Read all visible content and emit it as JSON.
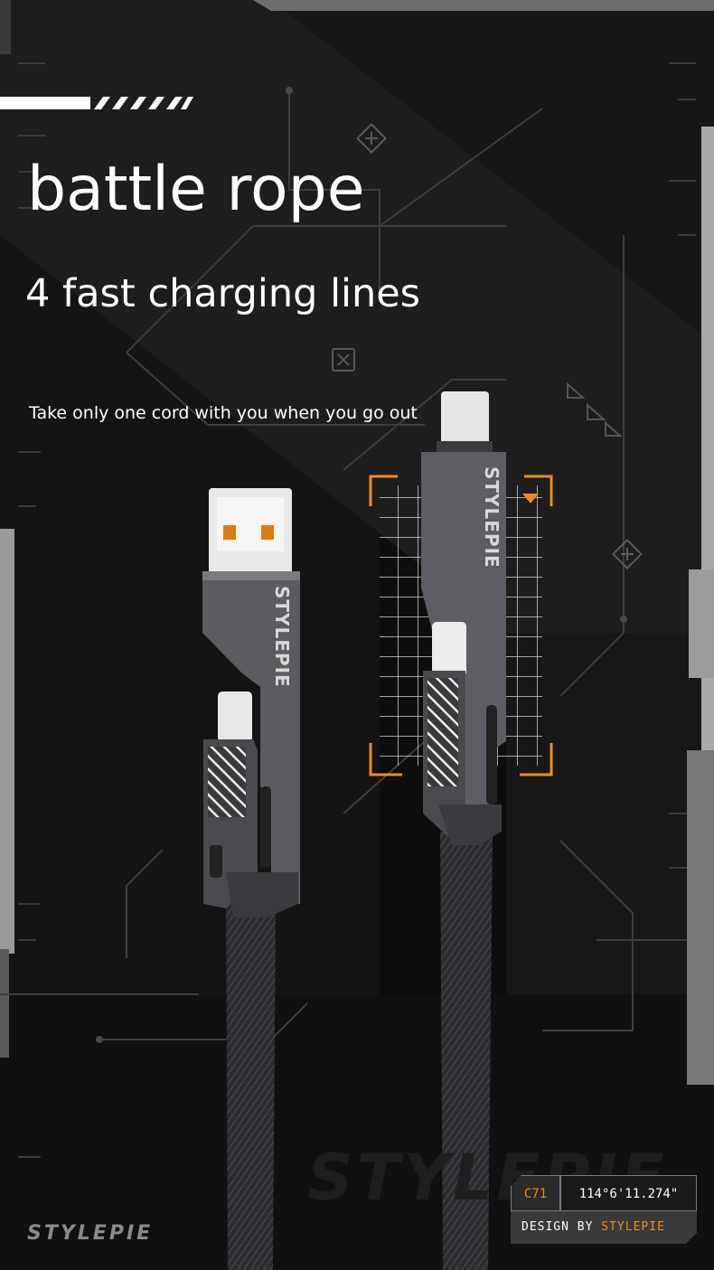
{
  "header": {
    "headline": "battle rope",
    "subheadline": "4 fast charging lines",
    "tagline": "Take only one cord with you when you go out"
  },
  "product": {
    "brand_on_cable": "STYLEPIE"
  },
  "footer": {
    "brand_logo": "STYLEPIE",
    "watermark": "STYLEPIE",
    "code": "C71",
    "coordinates": "114°6'11.274\"",
    "design_by_prefix": "DESIGN BY ",
    "design_by_brand": "STYLEPIE"
  },
  "colors": {
    "accent": "#f08c1a",
    "background": "#0d0d0d",
    "cable_body": "#5a5a5e"
  }
}
